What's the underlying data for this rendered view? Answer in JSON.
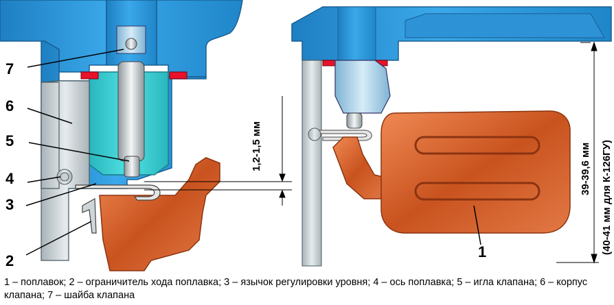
{
  "callouts": {
    "n1": "1",
    "n2": "2",
    "n3": "3",
    "n4": "4",
    "n5": "5",
    "n6": "6",
    "n7": "7"
  },
  "dimensions": {
    "gap": "1,2-1,5 мм",
    "level": "39-39,6 мм",
    "level_k126": "(40-41 мм для К-126ГУ)"
  },
  "caption": "1 – поплавок; 2 – ограничитель хода поплавка; 3 – язычок регулировки уровня; 4 – ось поплавка; 5 – игла клапана; 6 – корпус клапана; 7 – шайба клапана",
  "colors": {
    "body_blue": "#2f9be0",
    "dark_blue": "#1a5f92",
    "valve_cyan": "#38d4d4",
    "gasket_red": "#e8122a",
    "float_copper": "#d4622f",
    "steel_gray": "#c0c0c0"
  }
}
